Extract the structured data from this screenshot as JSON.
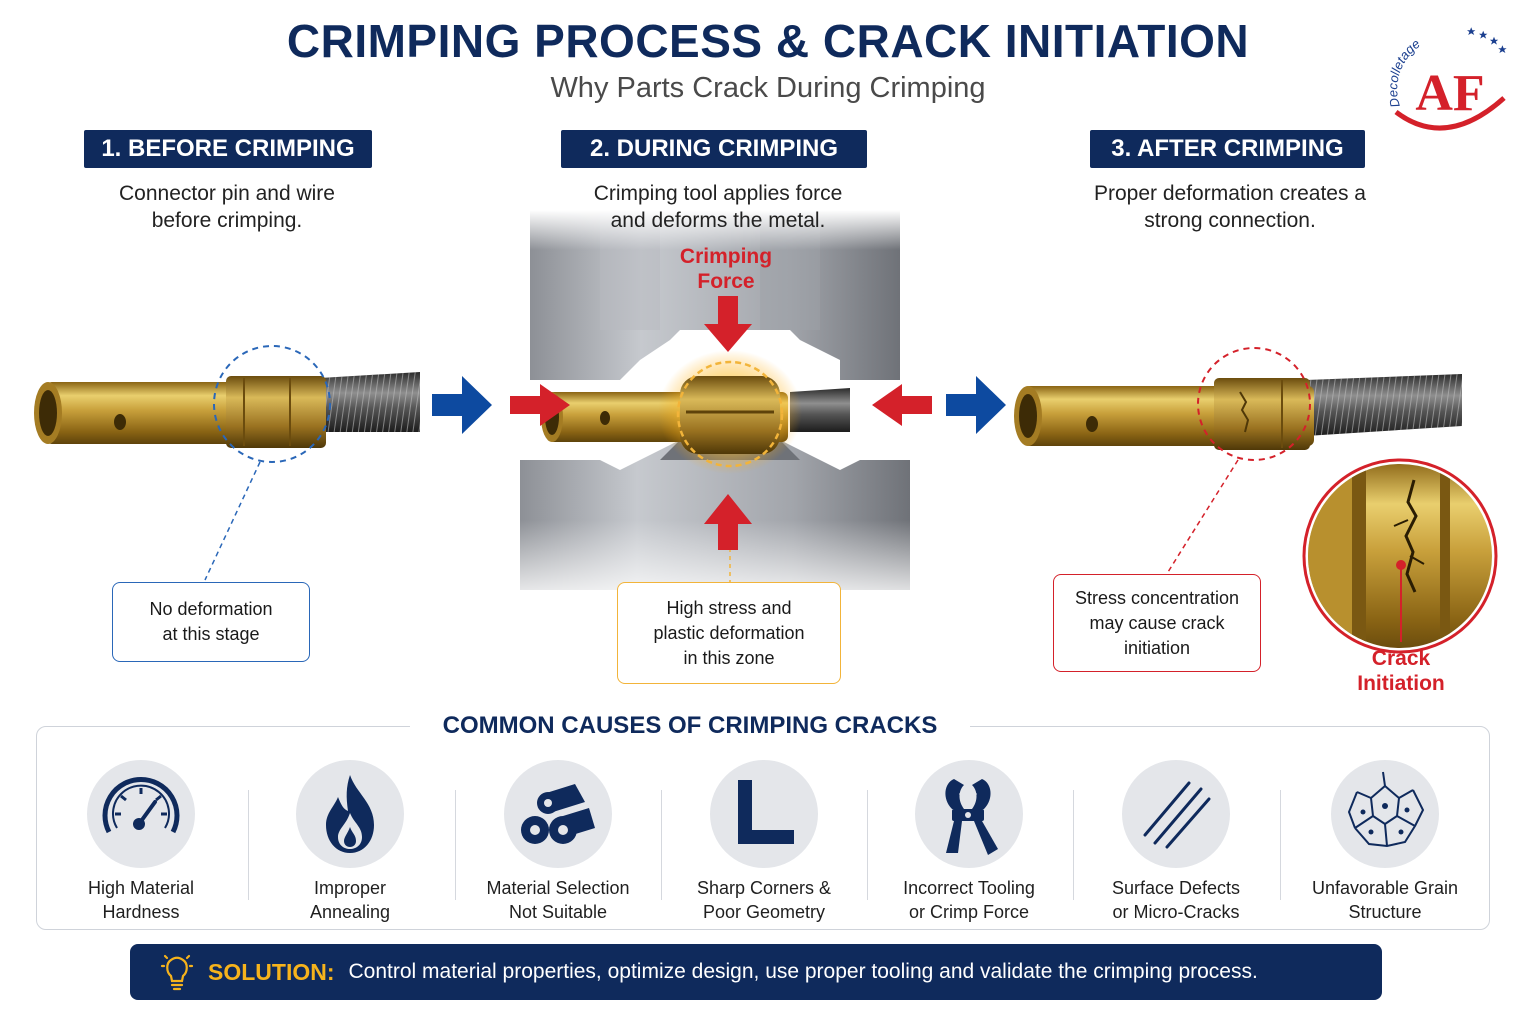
{
  "header": {
    "title": "CRIMPING PROCESS & CRACK INITIATION",
    "subtitle": "Why Parts Crack During Crimping"
  },
  "logo": {
    "arc_text": "Decolletage",
    "letters": "AF"
  },
  "stages": [
    {
      "label": "1. BEFORE CRIMPING",
      "desc_line1": "Connector pin and wire",
      "desc_line2": "before crimping."
    },
    {
      "label": "2. DURING CRIMPING",
      "desc_line1": "Crimping tool applies force",
      "desc_line2": "and deforms the metal."
    },
    {
      "label": "3. AFTER CRIMPING",
      "desc_line1": "Proper deformation creates a",
      "desc_line2": "strong connection."
    }
  ],
  "force_label": {
    "line1": "Crimping",
    "line2": "Force"
  },
  "callouts": {
    "before": {
      "line1": "No deformation",
      "line2": "at this stage"
    },
    "during": {
      "line1": "High stress and",
      "line2": "plastic deformation",
      "line3": "in this zone"
    },
    "after": {
      "line1": "Stress concentration",
      "line2": "may cause crack",
      "line3": "initiation"
    }
  },
  "crack_label": {
    "line1": "Crack",
    "line2": "Initiation"
  },
  "causes": {
    "title": "COMMON CAUSES OF CRIMPING CRACKS",
    "items": [
      {
        "line1": "High Material",
        "line2": "Hardness",
        "icon": "gauge-icon"
      },
      {
        "line1": "Improper",
        "line2": "Annealing",
        "icon": "flame-icon"
      },
      {
        "line1": "Material Selection",
        "line2": "Not Suitable",
        "icon": "material-stack-icon"
      },
      {
        "line1": "Sharp Corners &",
        "line2": "Poor Geometry",
        "icon": "corner-icon"
      },
      {
        "line1": "Incorrect Tooling",
        "line2": "or Crimp Force",
        "icon": "crimp-tool-icon"
      },
      {
        "line1": "Surface Defects",
        "line2": "or Micro-Cracks",
        "icon": "scratch-lines-icon"
      },
      {
        "line1": "Unfavorable Grain",
        "line2": "Structure",
        "icon": "grain-structure-icon"
      }
    ]
  },
  "solution": {
    "key": "SOLUTION:",
    "text": "Control material properties, optimize design, use proper tooling and validate the crimping process."
  },
  "colors": {
    "navy": "#0f2a5c",
    "blue_arrow": "#0d4aa0",
    "red": "#d4212a",
    "amber": "#f2b43a",
    "brass": "#c9a13c"
  }
}
